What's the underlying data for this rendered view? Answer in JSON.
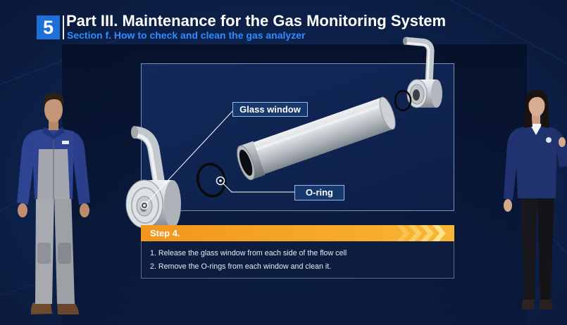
{
  "header": {
    "section_number": "5",
    "title": "Part III. Maintenance for the Gas Monitoring System",
    "subtitle": "Section f. How to check and clean the gas analyzer"
  },
  "diagram": {
    "callouts": {
      "glass_window": "Glass window",
      "o_ring": "O-ring"
    }
  },
  "step": {
    "label": "Step 4.",
    "instructions": [
      "1. Release the glass window from each side of the flow cell",
      "2. Remove the O-rings from each window and clean it."
    ]
  },
  "colors": {
    "background": "#0a1838",
    "section_badge": "#1f6fd8",
    "subtitle": "#2d8cff",
    "callout_label": "#17386c",
    "step_bar": "#f2961c"
  }
}
